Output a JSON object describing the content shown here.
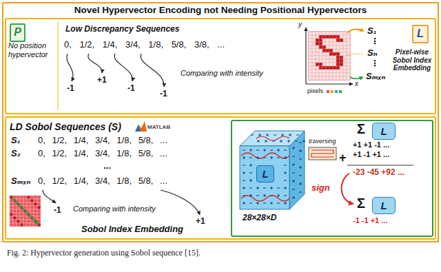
{
  "diagram": {
    "caption": "Fig. 2: Hypervector generation using Sobol sequence [15].",
    "nodes": [
      {
        "text": [
          "Novel Hypervector Encoding not Needing Positional Hypervectors"
        ]
      },
      {
        "text": [
          "P"
        ],
        "in": 0
      },
      {
        "text": [
          "L"
        ],
        "in": 0
      },
      {
        "text": [
          "L"
        ],
        "in": 0
      },
      {
        "text": [
          "L"
        ],
        "in": 0
      },
      {
        "text": [
          "L"
        ],
        "in": 0
      }
    ],
    "labels": [
      "No position hypervector",
      "Low Discrepancy Sequences",
      "0, 1/2, 1/4, 3/4, 1/8, 5/8, 3/8, ...",
      "-1",
      "+1",
      "-1",
      "Comparing with intensity",
      "-1",
      "y",
      "x",
      "pixels",
      "S₁",
      "⋮",
      "Sₙ",
      "⋮",
      "Sₘₓₙ",
      "Pixel-wise Sobol Index Embedding",
      "LD Sobol Sequences (S)",
      "MATLAB",
      "S₁",
      "0, 1/2, 1/4, 3/4, 1/8, 5/8, ...",
      "S₂",
      "0, 1/2, 1/4, 3/4, 1/8, 5/8, ...",
      "...",
      "Sₘₓₙ",
      "0, 1/2, 1/4, 3/4, 1/8, 5/8, ...",
      "Comparing with intensity",
      "-1",
      "+1",
      "Sobol Index Embedding",
      "28×28×D",
      "Σ",
      "traversing",
      "+1 +1 -1 ...",
      "+1 -1 +1 ...",
      "+",
      "-23 -45 +92 ...",
      "sign",
      "Σ",
      "-1 -1 +1 ..."
    ]
  }
}
